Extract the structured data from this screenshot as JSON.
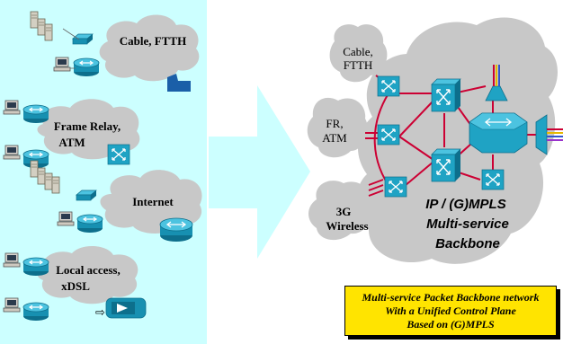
{
  "left_panel": {
    "background": "#ccffff",
    "groups": [
      {
        "label": "Cable, FTTH"
      },
      {
        "label_line1": "Frame Relay,",
        "label_line2": "ATM"
      },
      {
        "label": "Internet"
      },
      {
        "label_line1": "Local access,",
        "label_line2": "xDSL"
      }
    ]
  },
  "backbone": {
    "access_clouds": [
      {
        "line1": "Cable,",
        "line2": "FTTH"
      },
      {
        "line1": "FR,",
        "line2": "ATM"
      },
      {
        "line1": "3G",
        "line2": "Wireless"
      }
    ],
    "title_line1": "IP / (G)MPLS",
    "title_line2": "Multi-service",
    "title_line3": "Backbone"
  },
  "caption": {
    "line1": "Multi-service Packet Backbone network",
    "line2": "With a Unified Control Plane",
    "line3": "Based on (G)MPLS",
    "background": "#ffe400"
  },
  "colors": {
    "cloud": "#c8c8c8",
    "router": "#1fa3c4",
    "link": "#cc0033",
    "arrow": "#ccffff"
  }
}
